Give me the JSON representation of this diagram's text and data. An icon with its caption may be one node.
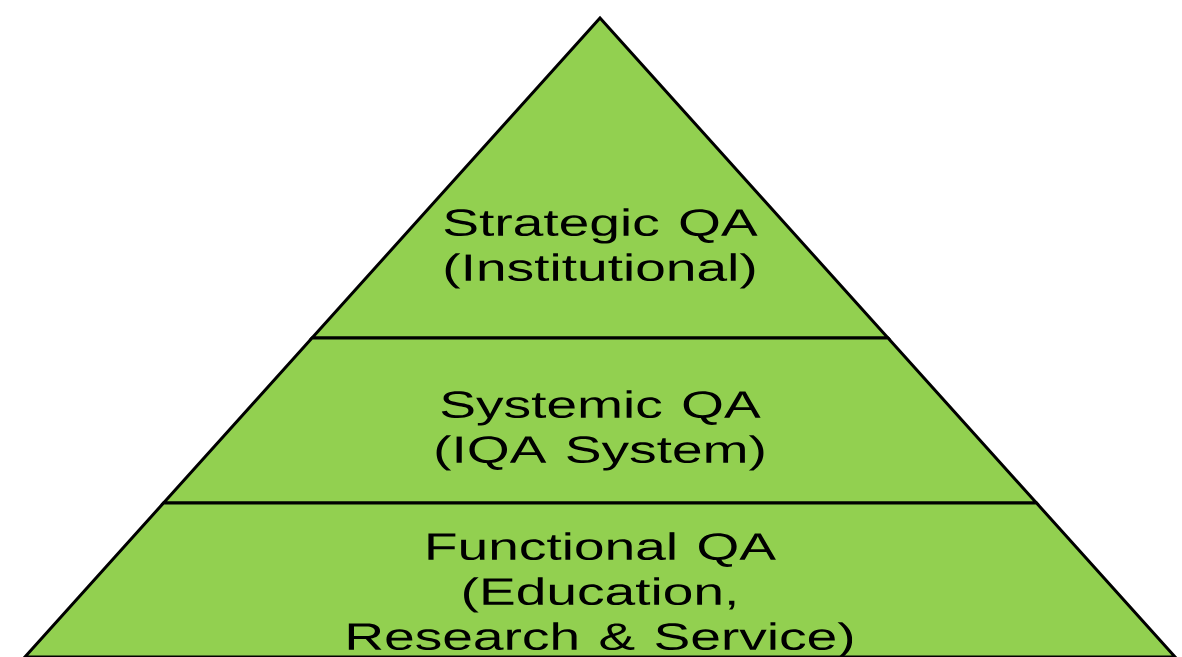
{
  "diagram": {
    "nodes": [
      {
        "text": [
          "Strategic QA",
          "(Institutional)"
        ]
      },
      {
        "text": [
          "Systemic QA",
          "(IQA System)"
        ]
      },
      {
        "text": [
          "Functional QA",
          "(Education, Research & Service)"
        ]
      }
    ]
  }
}
